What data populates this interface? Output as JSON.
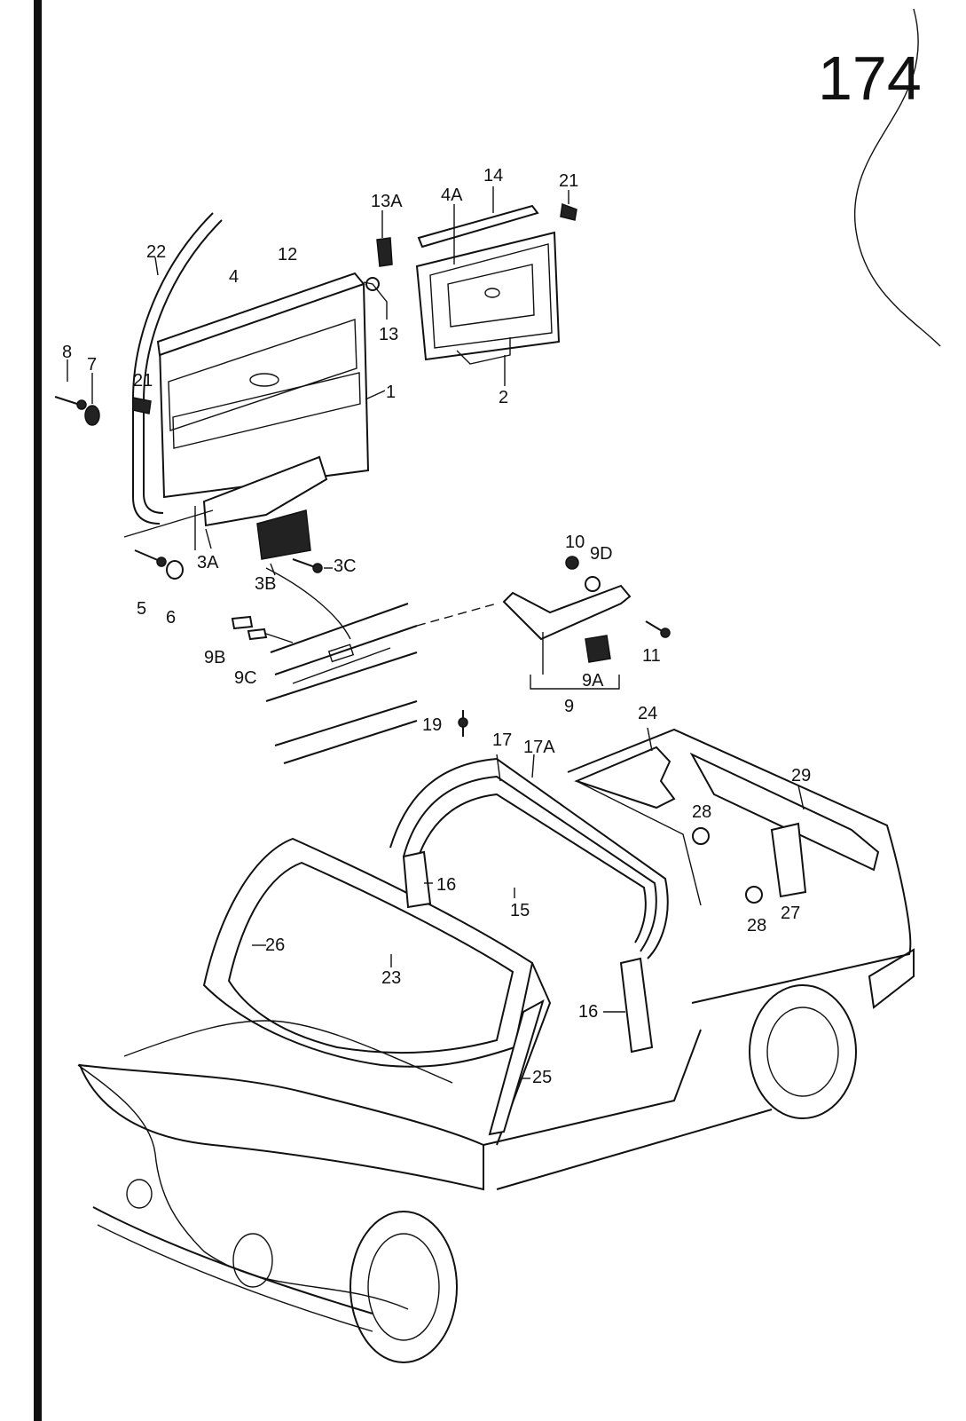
{
  "page_number": "174",
  "labels": {
    "l22": "22",
    "l12": "12",
    "l4": "4",
    "l13A": "13A",
    "l4A": "4A",
    "l14": "14",
    "l21a": "21",
    "l13": "13",
    "l8": "8",
    "l7": "7",
    "l21b": "21",
    "l1": "1",
    "l2": "2",
    "l3A": "3A",
    "l3B": "3B",
    "l3C": "3C",
    "l5": "5",
    "l6": "6",
    "l10": "10",
    "l9D": "9D",
    "l11": "11",
    "l9B": "9B",
    "l9C": "9C",
    "l9A": "9A",
    "l9": "9",
    "l19": "19",
    "l17": "17",
    "l17A": "17A",
    "l24": "24",
    "l29": "29",
    "l28a": "28",
    "l28b": "28",
    "l27": "27",
    "l16a": "16",
    "l15": "15",
    "l26": "26",
    "l23": "23",
    "l16b": "16",
    "l25": "25"
  }
}
